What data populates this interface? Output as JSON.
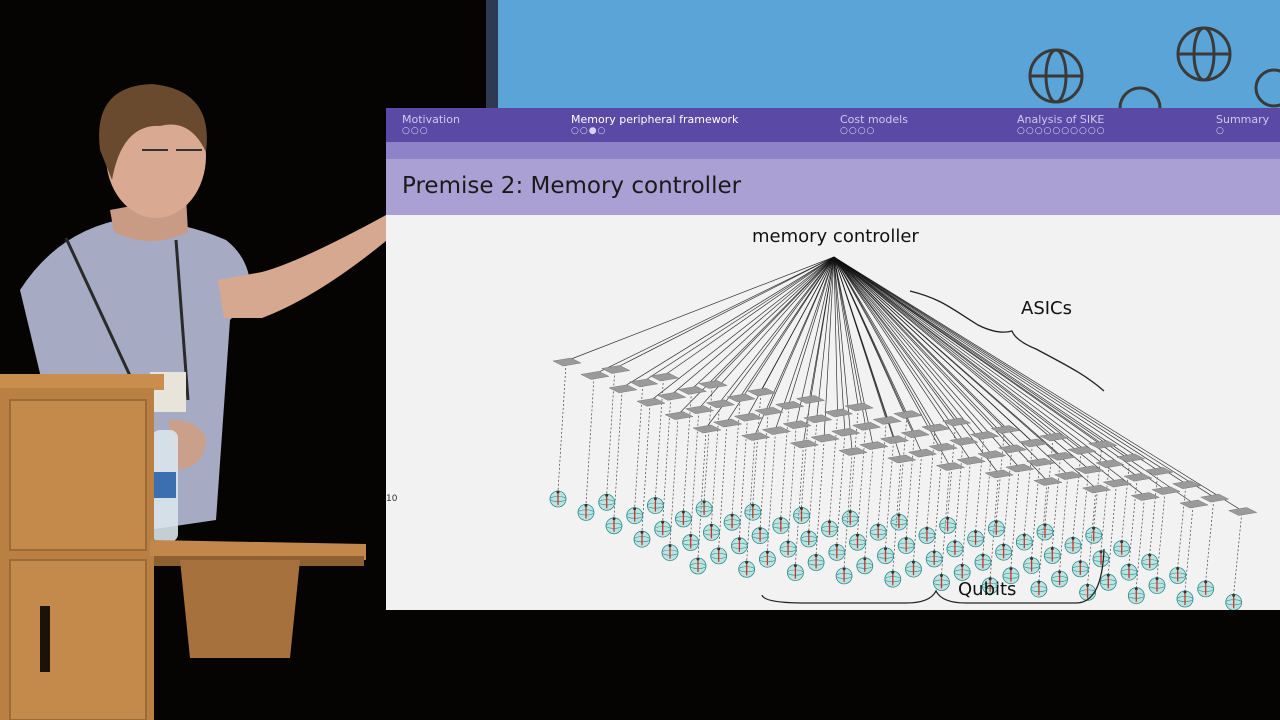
{
  "slide": {
    "nav": [
      {
        "label": "Motivation",
        "dots": "○○○",
        "active": false
      },
      {
        "label": "Memory peripheral framework",
        "dots": "○○●○",
        "active": true
      },
      {
        "label": "Cost models",
        "dots": "○○○○",
        "active": false
      },
      {
        "label": "Analysis of SIKE",
        "dots": "○○○○○○○○○○",
        "active": false
      },
      {
        "label": "Summary",
        "dots": "○",
        "active": false
      }
    ],
    "title": "Premise 2: Memory controller",
    "diagram": {
      "controller_label": "memory controller",
      "asics_label": "ASICs",
      "qubits_label": "Qubits"
    },
    "slide_number": "10"
  },
  "colors": {
    "nav_bar": "#5a4aa6",
    "title_bar": "#aaa0d4",
    "slide_bg": "#f2f2f2",
    "asic_fill": "#9a9a9a",
    "qubit_fill": "#63c7c2"
  }
}
